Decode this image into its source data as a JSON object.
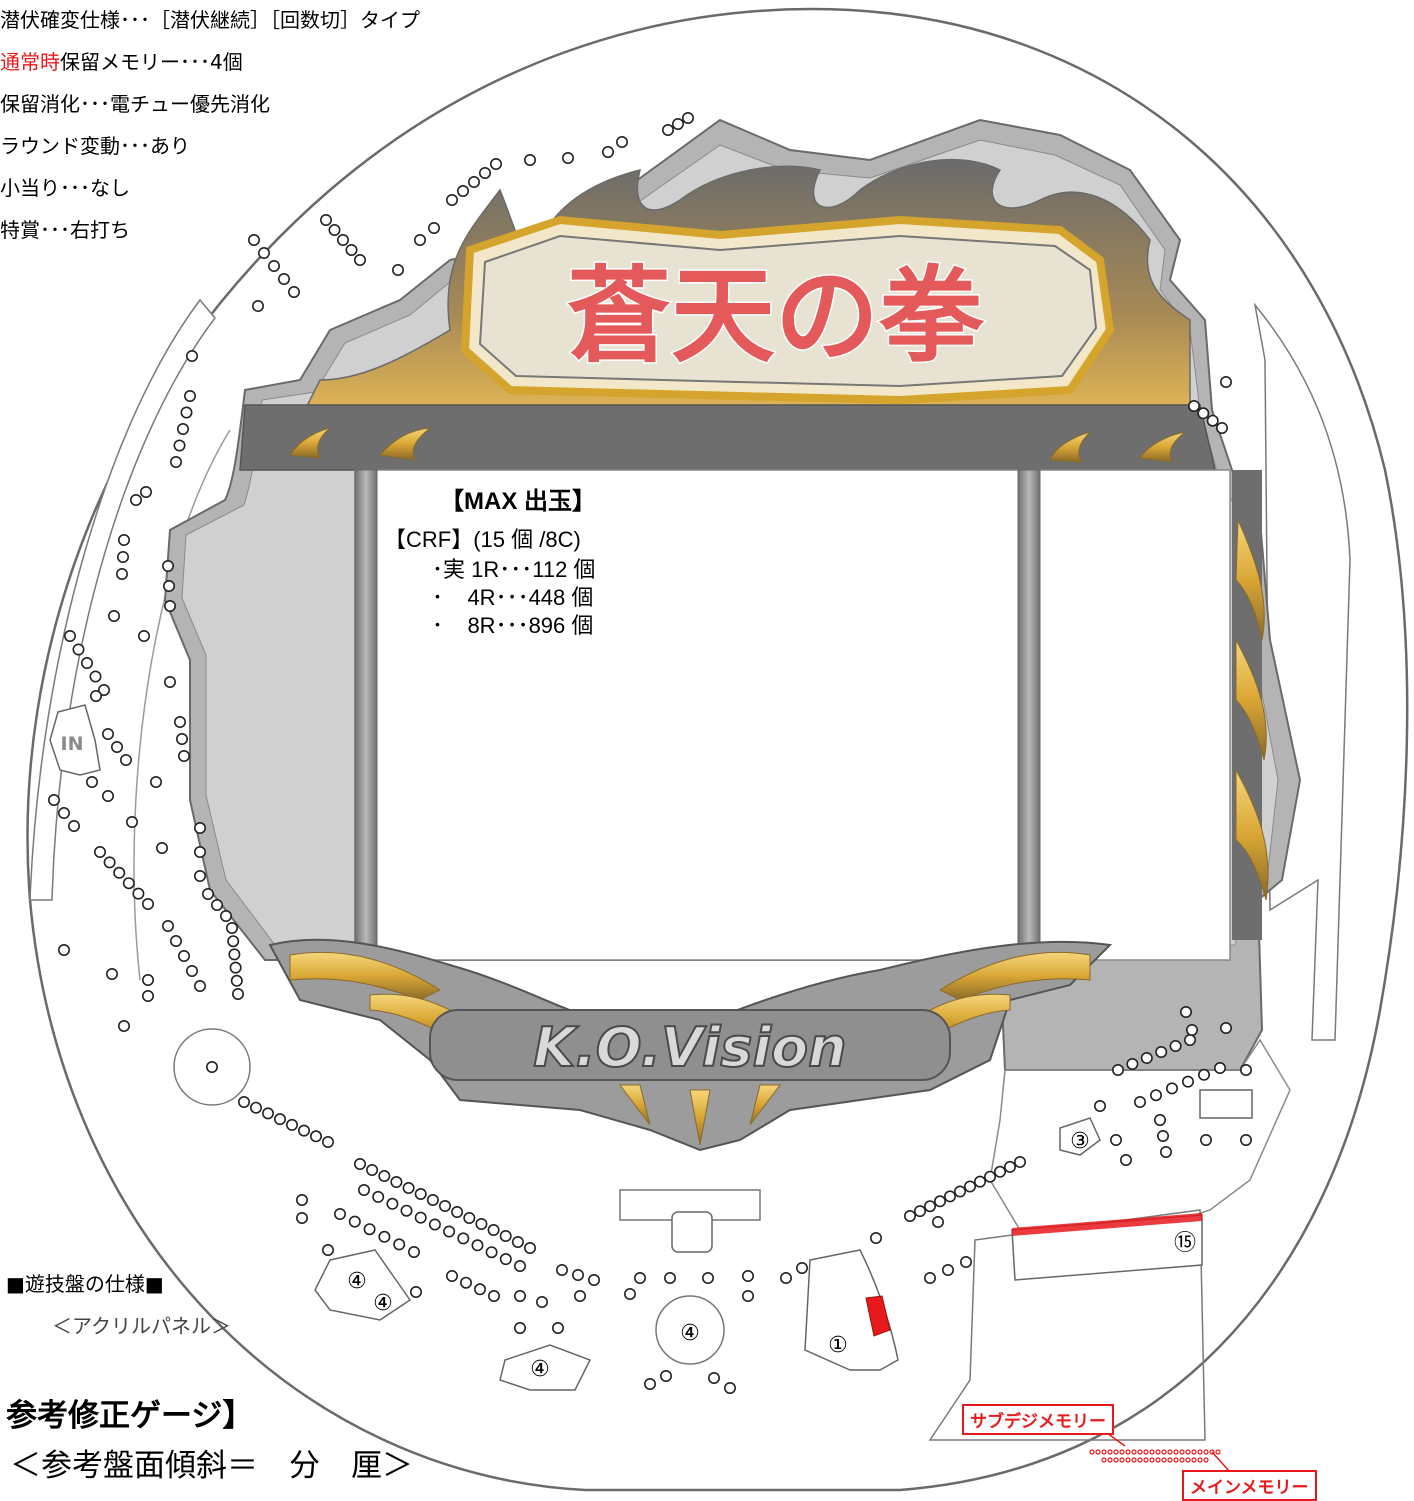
{
  "specs": [
    {
      "text": "潜伏確変仕様･･･［潜伏継続］［回数切］タイプ"
    },
    {
      "accent": "通常時",
      "text": "保留メモリー･･･4個"
    },
    {
      "text": "保留消化･･･電チュー優先消化"
    },
    {
      "text": "ラウンド変動･･･あり"
    },
    {
      "text": "小当り･･･なし"
    },
    {
      "text": "特賞･･･右打ち"
    }
  ],
  "payout": {
    "heading": "【MAX 出玉】",
    "subheading": "【CRF】(15 個 /8C)",
    "rows": [
      "･実 1R･･･112 個",
      "･    4R･･･448 個",
      "･    8R･･･896 個"
    ]
  },
  "title_logo": "蒼天の拳",
  "vision_logo": "K.O.Vision",
  "board_spec_label": "■遊技盤の仕様■",
  "acrylic_label": "＜アクリルパネル＞",
  "gauge_label": "参考修正ゲージ】",
  "tilt_label": "＜参考盤面傾斜＝　分　厘＞",
  "in_label": "IN",
  "pocket_marks": {
    "one": "①",
    "three": "③",
    "four": "④",
    "fifteen": "⑮"
  },
  "sub_memory": "サブデジメモリー",
  "main_memory": "メインメモリー",
  "colors": {
    "accent_red": "#e8191c",
    "gold": "#e2b530",
    "gray": "#9c9c9c",
    "dark_gray": "#6e6e6e"
  }
}
